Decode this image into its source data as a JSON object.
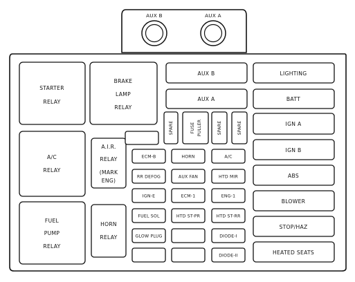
{
  "sockets": [
    {
      "id": "aux-b-socket",
      "label": "AUX B"
    },
    {
      "id": "aux-a-socket",
      "label": "AUX A"
    }
  ],
  "big_relays": {
    "starter": [
      "STARTER",
      "RELAY"
    ],
    "brake_lamp": [
      "BRAKE",
      "LAMP",
      "RELAY"
    ],
    "ac": [
      "A/C",
      "RELAY"
    ],
    "air": [
      "A.I.R.",
      "RELAY",
      "(MARK",
      "ENG)"
    ],
    "fuel_pump": [
      "FUEL",
      "PUMP",
      "RELAY"
    ],
    "horn": [
      "HORN",
      "RELAY"
    ]
  },
  "aux_fuses": {
    "aux_b": "AUX B",
    "aux_a": "AUX A"
  },
  "vertical_fuses": {
    "spare1": "SPARE",
    "fuse_puller": [
      "FUSE",
      "PULLER"
    ],
    "spare2": "SPARE",
    "spare3": "SPARE"
  },
  "mini_fuses": {
    "ecm_b": "ECM-B",
    "horn": "HORN",
    "ac": "A/C",
    "rr_defog": "RR DEFOG",
    "aux_fan": "AUX FAN",
    "htd_mir": "HTD MIR",
    "ign_e": "IGN-E",
    "ecm_1": "ECM-1",
    "eng_1": "ENG-1",
    "fuel_sol": "FUEL SOL",
    "htd_st_pr": "HTD ST-PR",
    "htd_st_rr": "HTD ST-RR",
    "glow_plug": "GLOW PLUG",
    "diode_i": "DIODE-I",
    "diode_ii": "DIODE-II"
  },
  "right_fuses": [
    "LIGHTING",
    "BATT",
    "IGN A",
    "IGN B",
    "ABS",
    "BLOWER",
    "STOP/HAZ",
    "HEATED SEATS"
  ]
}
